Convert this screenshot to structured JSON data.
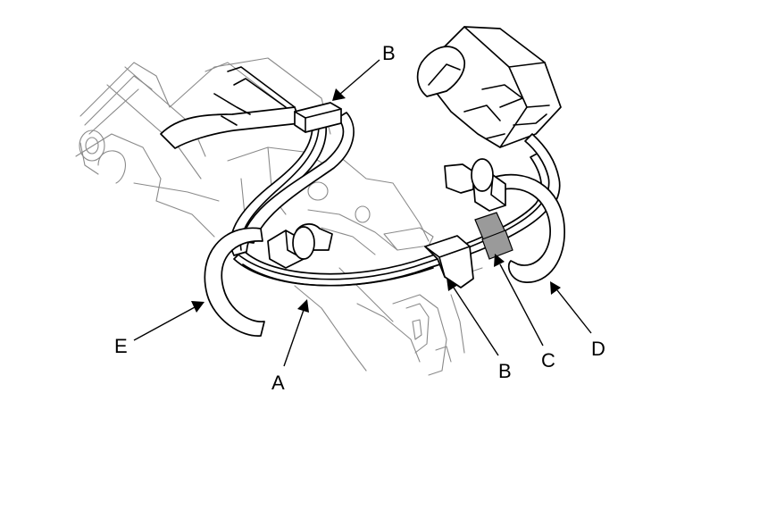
{
  "diagram": {
    "callouts": [
      {
        "id": "label-b-top",
        "text": "B"
      },
      {
        "id": "label-e",
        "text": "E"
      },
      {
        "id": "label-a",
        "text": "A"
      },
      {
        "id": "label-b-bottom",
        "text": "B"
      },
      {
        "id": "label-c",
        "text": "C"
      },
      {
        "id": "label-d",
        "text": "D"
      }
    ],
    "colors": {
      "line": "#000000",
      "background_part": "#8a8a8a",
      "tape": "#9a9a9a"
    }
  }
}
